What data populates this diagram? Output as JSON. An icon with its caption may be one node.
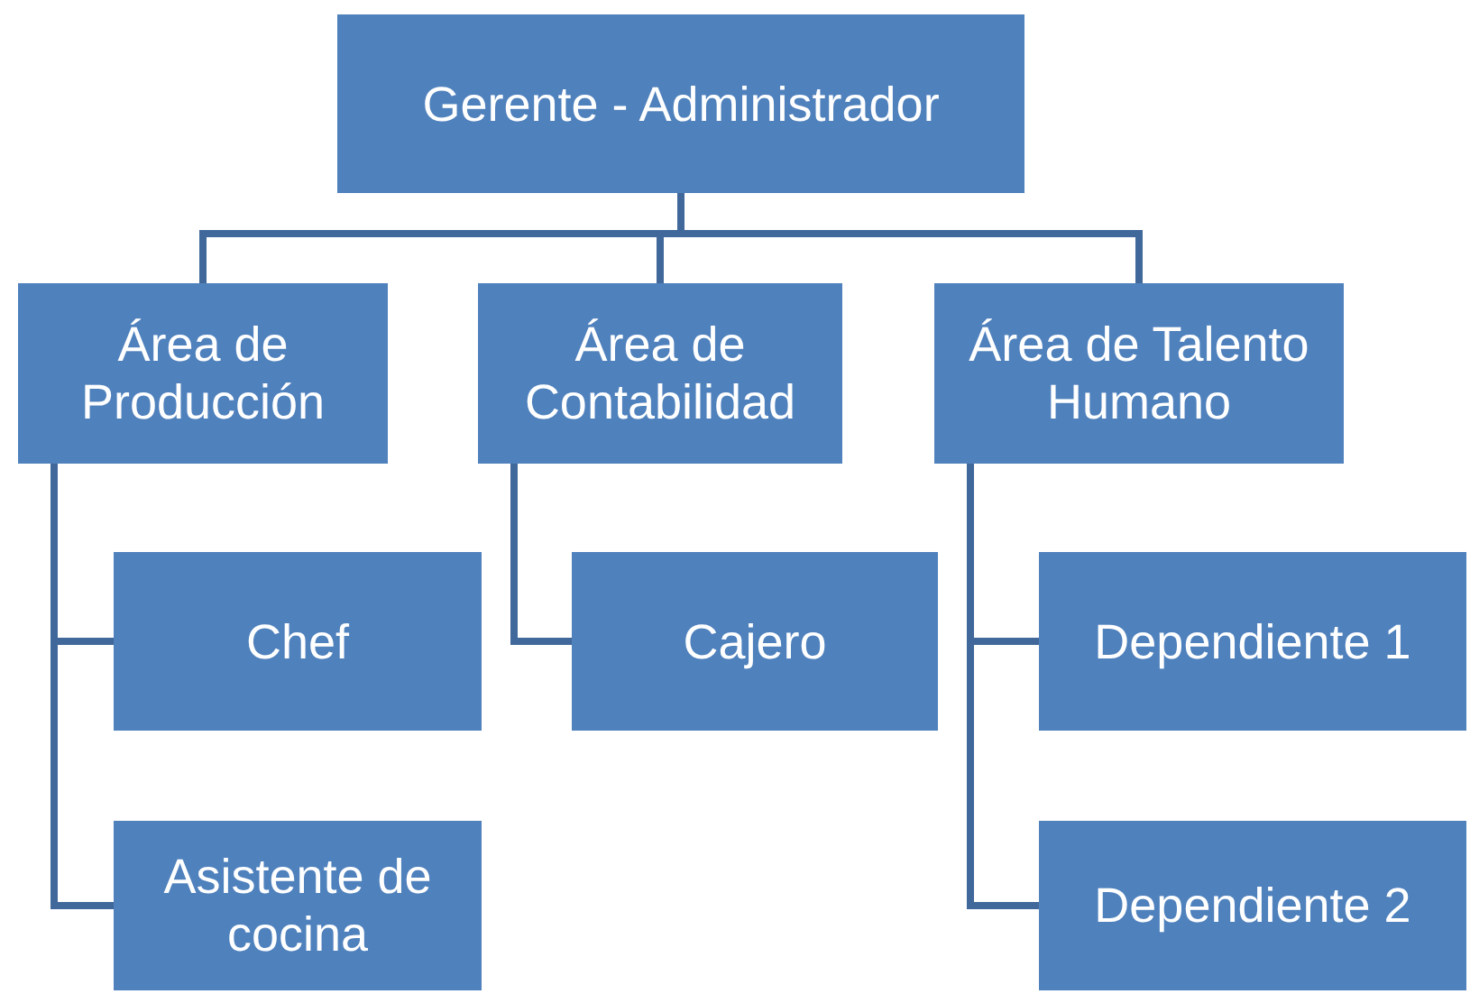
{
  "diagram": {
    "nodes": [
      {
        "text": [
          "Gerente - Administrador"
        ]
      },
      {
        "text": [
          "Área de Producción"
        ]
      },
      {
        "text": [
          "Área de Contabilidad"
        ]
      },
      {
        "text": [
          "Área de Talento Humano"
        ]
      },
      {
        "text": [
          "Chef"
        ]
      },
      {
        "text": [
          "Asistente de cocina"
        ]
      },
      {
        "text": [
          "Cajero"
        ]
      },
      {
        "text": [
          "Dependiente 1"
        ]
      },
      {
        "text": [
          "Dependiente 2"
        ]
      }
    ],
    "edges": [
      {
        "from": 0,
        "to": 1,
        "arrow": "none"
      },
      {
        "from": 0,
        "to": 2,
        "arrow": "none"
      },
      {
        "from": 0,
        "to": 3,
        "arrow": "none"
      },
      {
        "from": 1,
        "to": 4,
        "arrow": "none"
      },
      {
        "from": 1,
        "to": 5,
        "arrow": "none"
      },
      {
        "from": 2,
        "to": 6,
        "arrow": "none"
      },
      {
        "from": 3,
        "to": 7,
        "arrow": "none"
      },
      {
        "from": 3,
        "to": 8,
        "arrow": "none"
      }
    ]
  }
}
